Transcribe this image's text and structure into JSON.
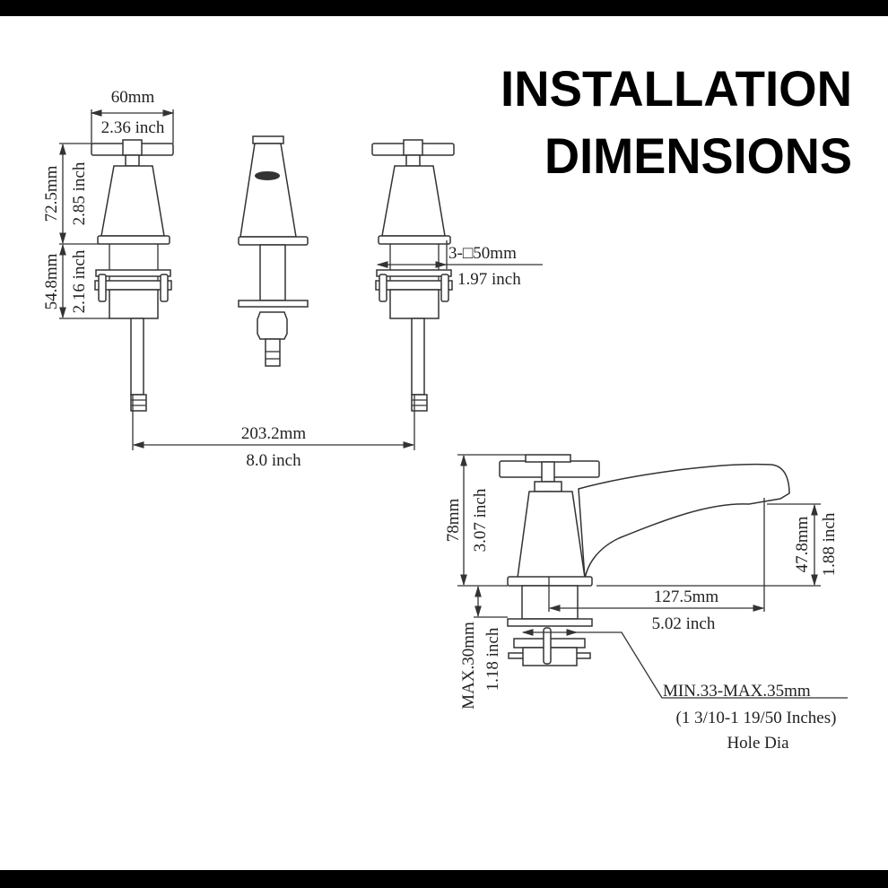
{
  "title": {
    "line1": "INSTALLATION",
    "line2": "DIMENSIONS"
  },
  "front_view": {
    "handle_width_mm": "60mm",
    "handle_width_in": "2.36 inch",
    "upper_height_mm": "72.5mm",
    "upper_height_in": "2.85  inch",
    "lower_height_mm": "54.8mm",
    "lower_height_in": "2.16 inch",
    "base_size_mm": "3-□50mm",
    "base_size_in": "1.97  inch",
    "spacing_mm": "203.2mm",
    "spacing_in": "8.0 inch"
  },
  "side_view": {
    "height_mm": "78mm",
    "height_in": "3.07  inch",
    "spout_height_mm": "47.8mm",
    "spout_height_in": "1.88  inch",
    "spout_reach_mm": "127.5mm",
    "spout_reach_in": "5.02  inch",
    "deck_thickness_mm": "MAX.30mm",
    "deck_thickness_in": "1.18  inch",
    "hole_dia_range": "MIN.33-MAX.35mm",
    "hole_dia_inches": "(1 3/10-1 19/50 Inches)",
    "hole_dia_label": "Hole Dia"
  }
}
